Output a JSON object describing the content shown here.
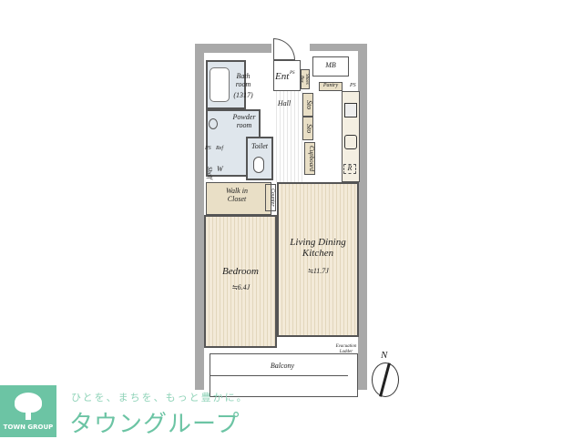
{
  "plan": {
    "rooms": {
      "bath": {
        "name": "Bath\nroom",
        "size": "(1317)"
      },
      "powder": "Powder\nroom",
      "toilet": "Toilet",
      "entrance": "Ent",
      "hall": "Hall",
      "mb": "MB",
      "shoes_box": "Shoes Box",
      "pantry": "Pantry",
      "ps1": "PS",
      "ps2": "PS",
      "ps3": "PS",
      "sto1": "Sto",
      "sto2": "Sto",
      "cupboard": "Cupboard",
      "refrigerator": "R",
      "shelf": "Shelf",
      "washer": "W",
      "ref_small": "Ref",
      "walk_in_closet": "Walk in\nCloset",
      "counter": "Counter",
      "ldk": {
        "name": "Living Dining\nKitchen",
        "size": "≒11.7J"
      },
      "bedroom": {
        "name": "Bedroom",
        "size": "≒6.4J"
      },
      "evacuation": "Evacuation\nLadder",
      "balcony": "Balcony"
    },
    "compass": "N"
  },
  "brand": {
    "logo_text": "TOWN GROUP",
    "tagline": "ひとを、まちを、もっと豊かに。",
    "name": "タウングループ",
    "color": "#6cc4a4"
  }
}
